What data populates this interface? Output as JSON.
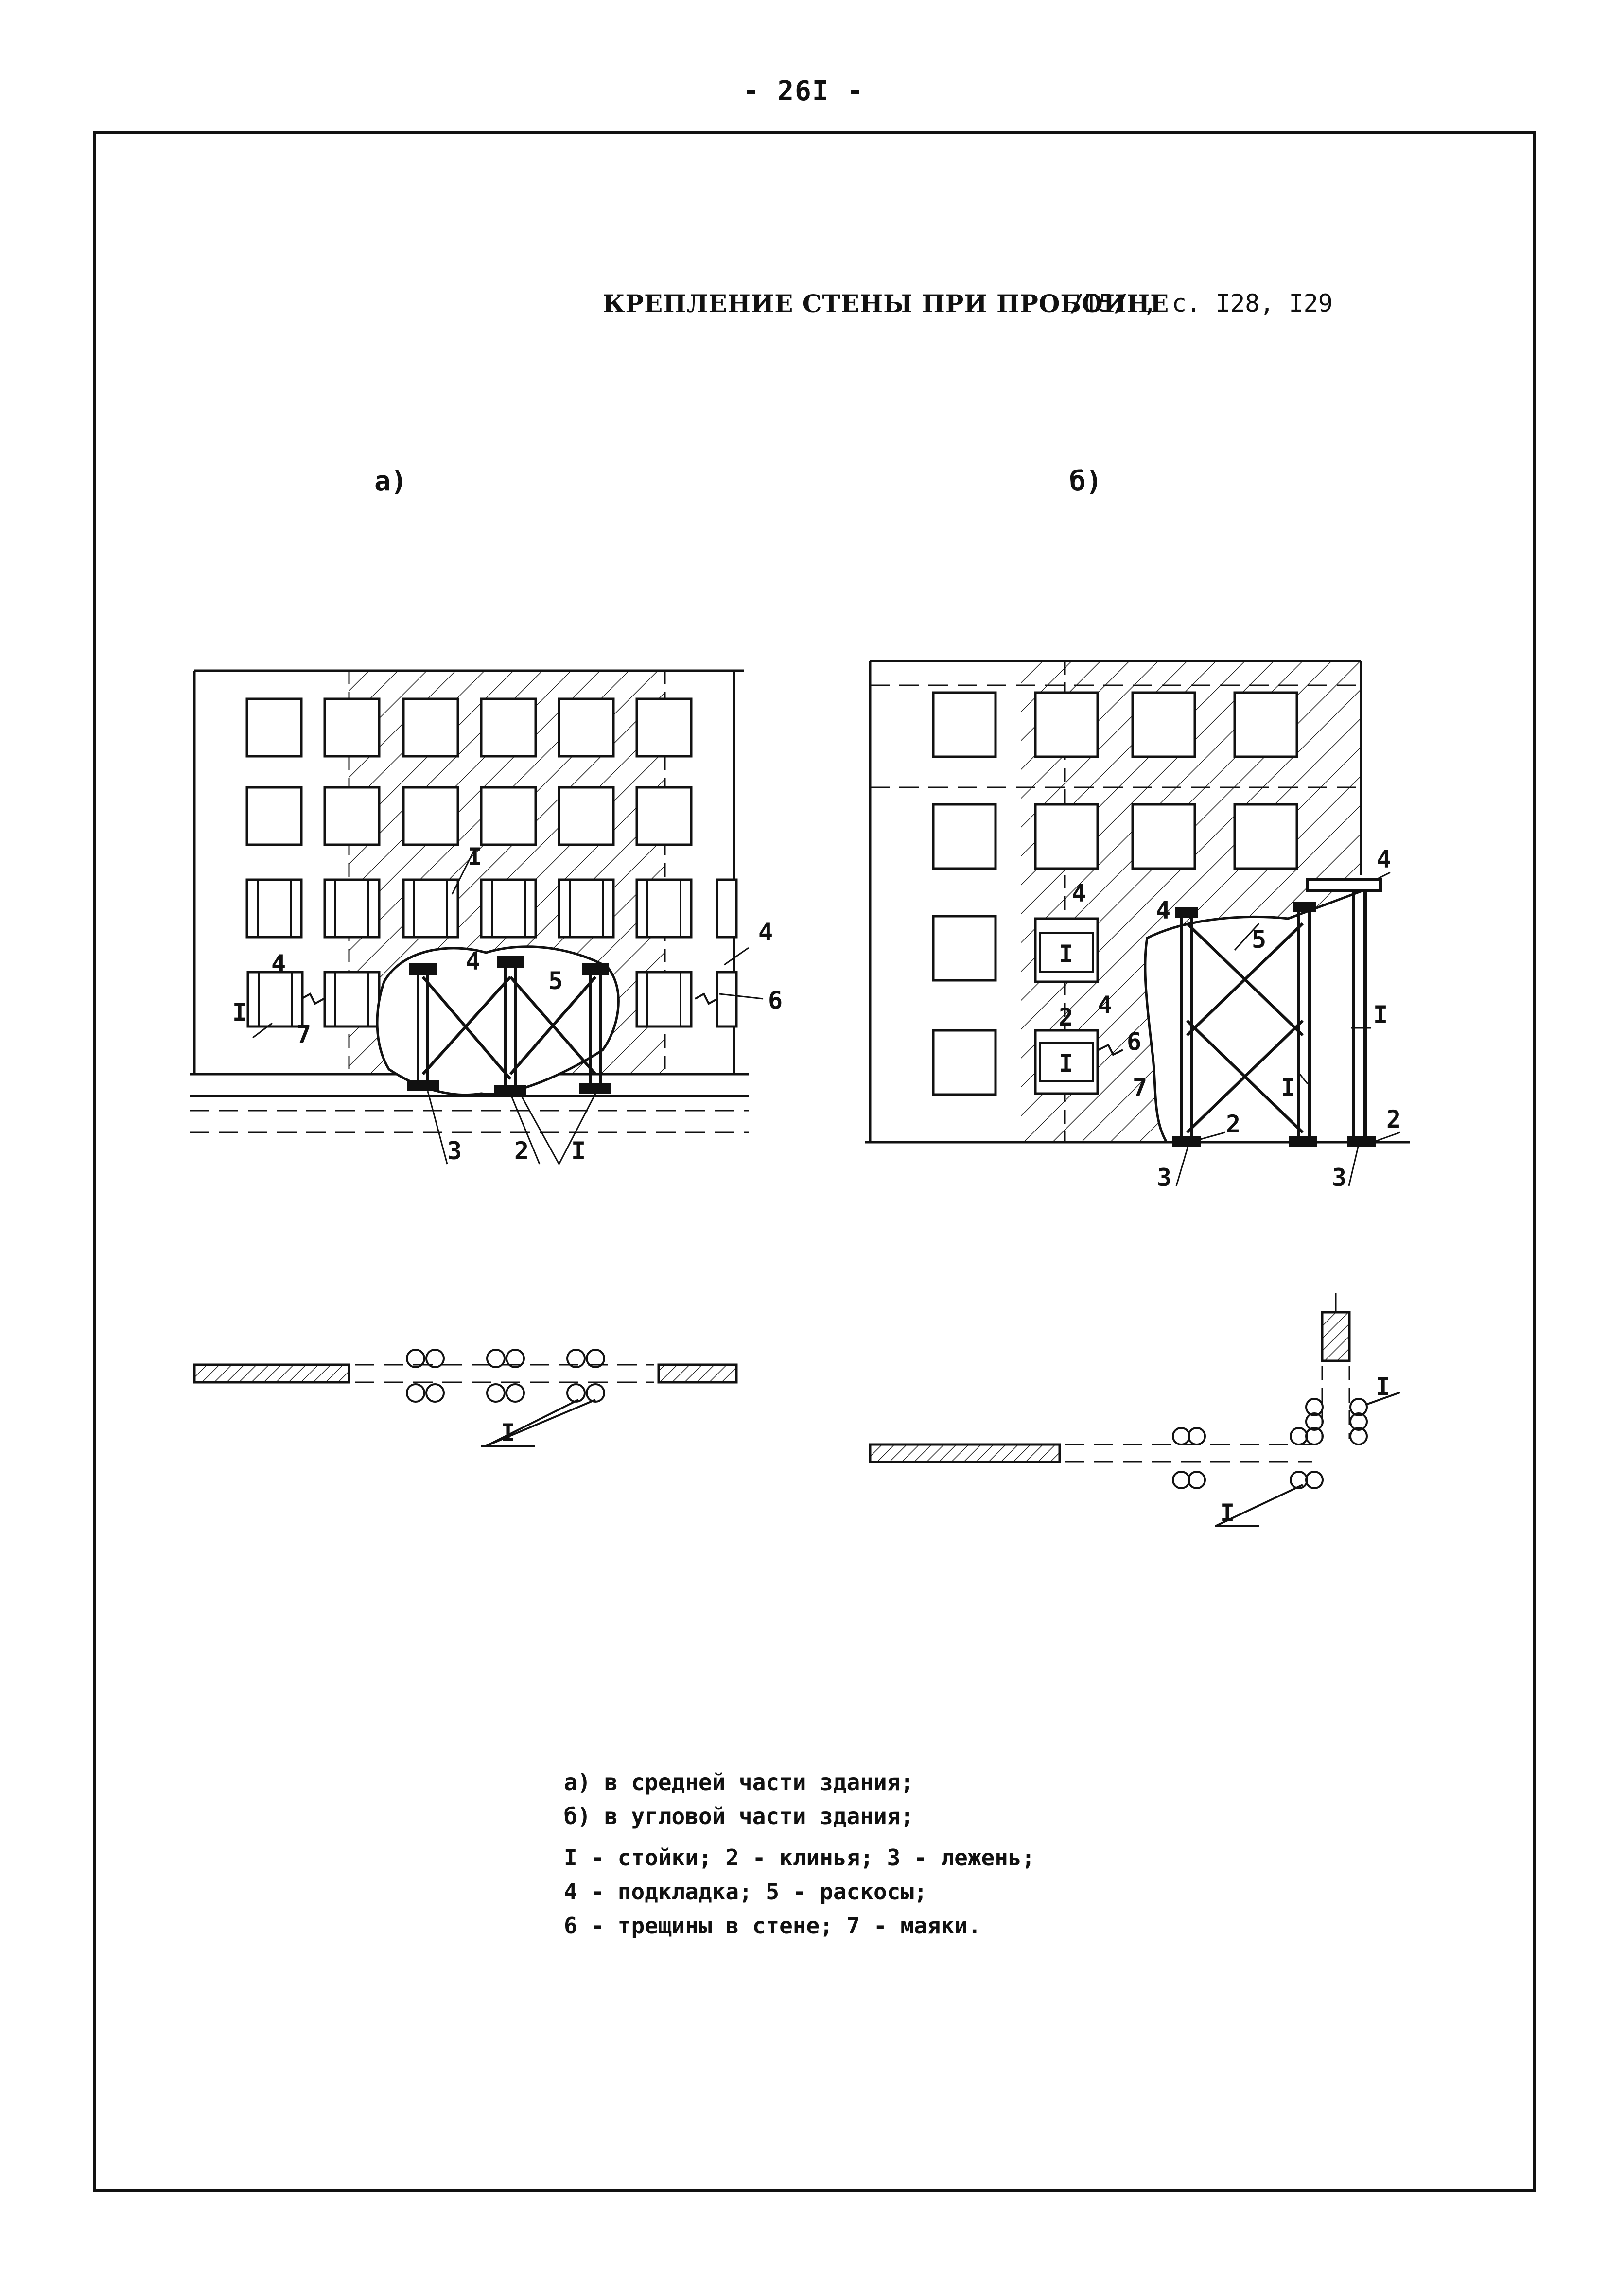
{
  "page_number": "- 26I -",
  "header": {
    "title": "КРЕПЛЕНИЕ СТЕНЫ ПРИ ПРОБОИНЕ",
    "reference": "/I5/ , с. I28, I29"
  },
  "figures": {
    "a": {
      "label": "а)",
      "callouts": {
        "c1": "I",
        "c2": "2",
        "c3": "3",
        "c4": "4",
        "c5": "5",
        "c6": "6",
        "c7": "7"
      }
    },
    "b": {
      "label": "б)",
      "callouts": {
        "c1": "I",
        "c2": "2",
        "c3": "3",
        "c4": "4",
        "c5": "5",
        "c6": "6",
        "c7": "7"
      }
    }
  },
  "legend": {
    "line1": "а) в средней части здания;",
    "line2": "б) в угловой части здания;",
    "line3": "I - стойки; 2 - клинья; 3 - лежень;",
    "line4": "4 - подкладка; 5 - раскосы;",
    "line5": "6 - трещины в стене; 7 - маяки."
  }
}
